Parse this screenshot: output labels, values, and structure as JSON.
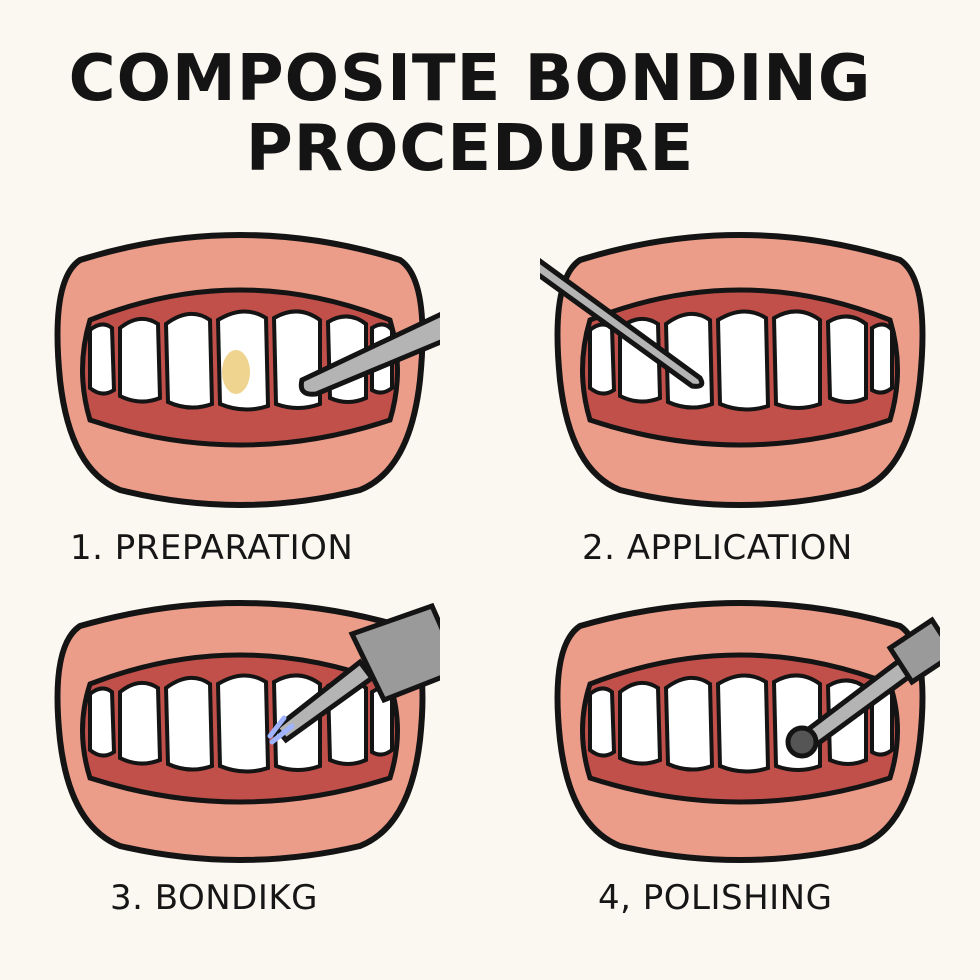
{
  "title": {
    "line1": "COMPOSITE BONDING",
    "line2": "PROCEDURE"
  },
  "steps": [
    {
      "label": "1. PREPARATION",
      "tool": "dental-probe-icon",
      "accent": "#e8c56a"
    },
    {
      "label": "2. APPLICATION",
      "tool": "dental-spatula-icon",
      "accent": "#ffffff"
    },
    {
      "label": "3. BONDIKG",
      "tool": "curing-light-icon",
      "accent": "#9fb3ff"
    },
    {
      "label": "4, POLISHING",
      "tool": "polishing-bur-icon",
      "accent": "#555555"
    }
  ],
  "colors": {
    "lips": "#ec9d8a",
    "gum": "#c1504a",
    "tooth": "#ffffff",
    "outline": "#141414",
    "instrument": "#b4b4b4",
    "background": "#fbf7f1"
  }
}
